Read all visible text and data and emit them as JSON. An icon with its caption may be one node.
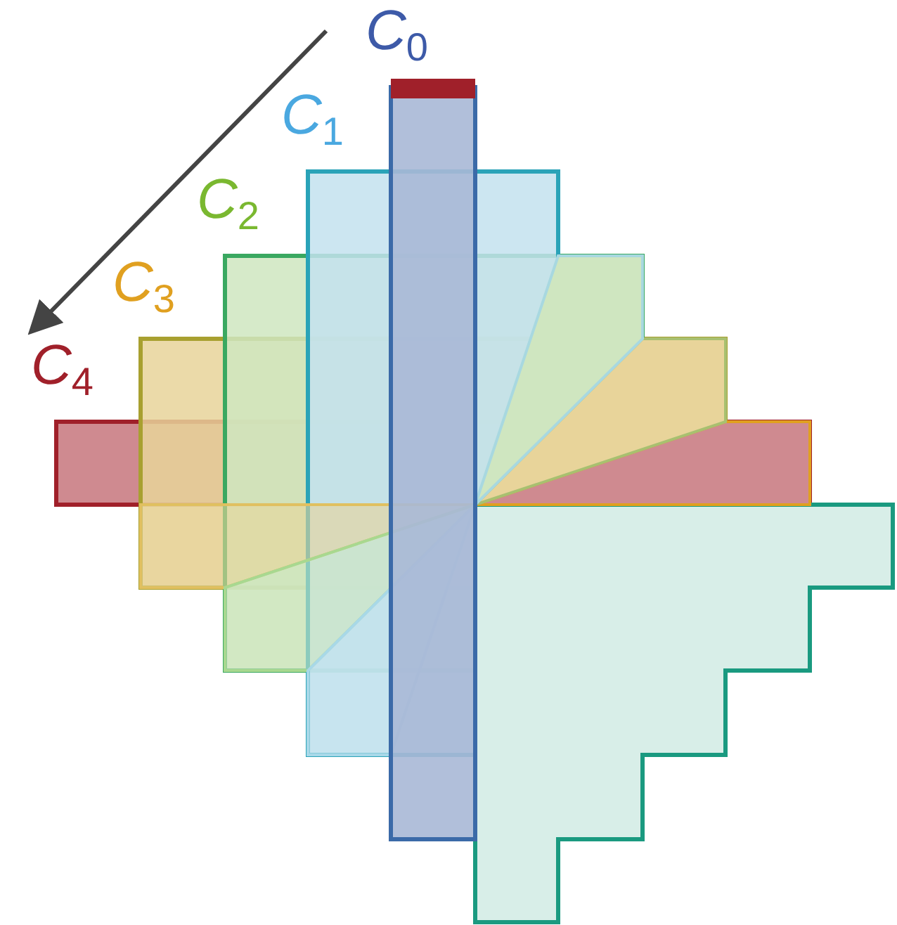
{
  "diagram": {
    "labels": [
      "*C*$_{0}$",
      "*C*$_{1}$",
      "*C*$_{2}$",
      "*C*$_{3}$",
      "*C*$_{4}$"
    ]
  }
}
